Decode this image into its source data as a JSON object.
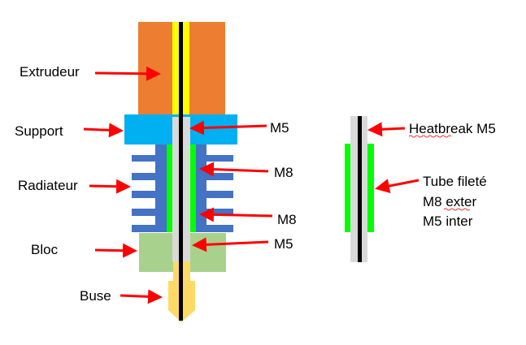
{
  "colors": {
    "extruder": "#ED7D31",
    "filament_guide": "#FFFF00",
    "filament": "#000000",
    "support": "#00B0F0",
    "heatbreak": "#D9D9D9",
    "threaded_tube": "#00FF00",
    "heatsink": "#4472C4",
    "block": "#A9D18E",
    "nozzle": "#FFD966",
    "arrow": "#FF0000"
  },
  "left_labels": {
    "extruder": "Extrudeur",
    "support": "Support",
    "heatsink": "Radiateur",
    "block": "Bloc",
    "nozzle": "Buse"
  },
  "right_labels": {
    "m5_top": "M5",
    "m8_top": "M8",
    "m8_bottom": "M8",
    "m5_bottom": "M5"
  },
  "detail": {
    "heatbreak": "Heatbreak M5",
    "tube_line1": "Tube fileté",
    "tube_line2": "M8 exter",
    "tube_line3": "M5 inter"
  }
}
